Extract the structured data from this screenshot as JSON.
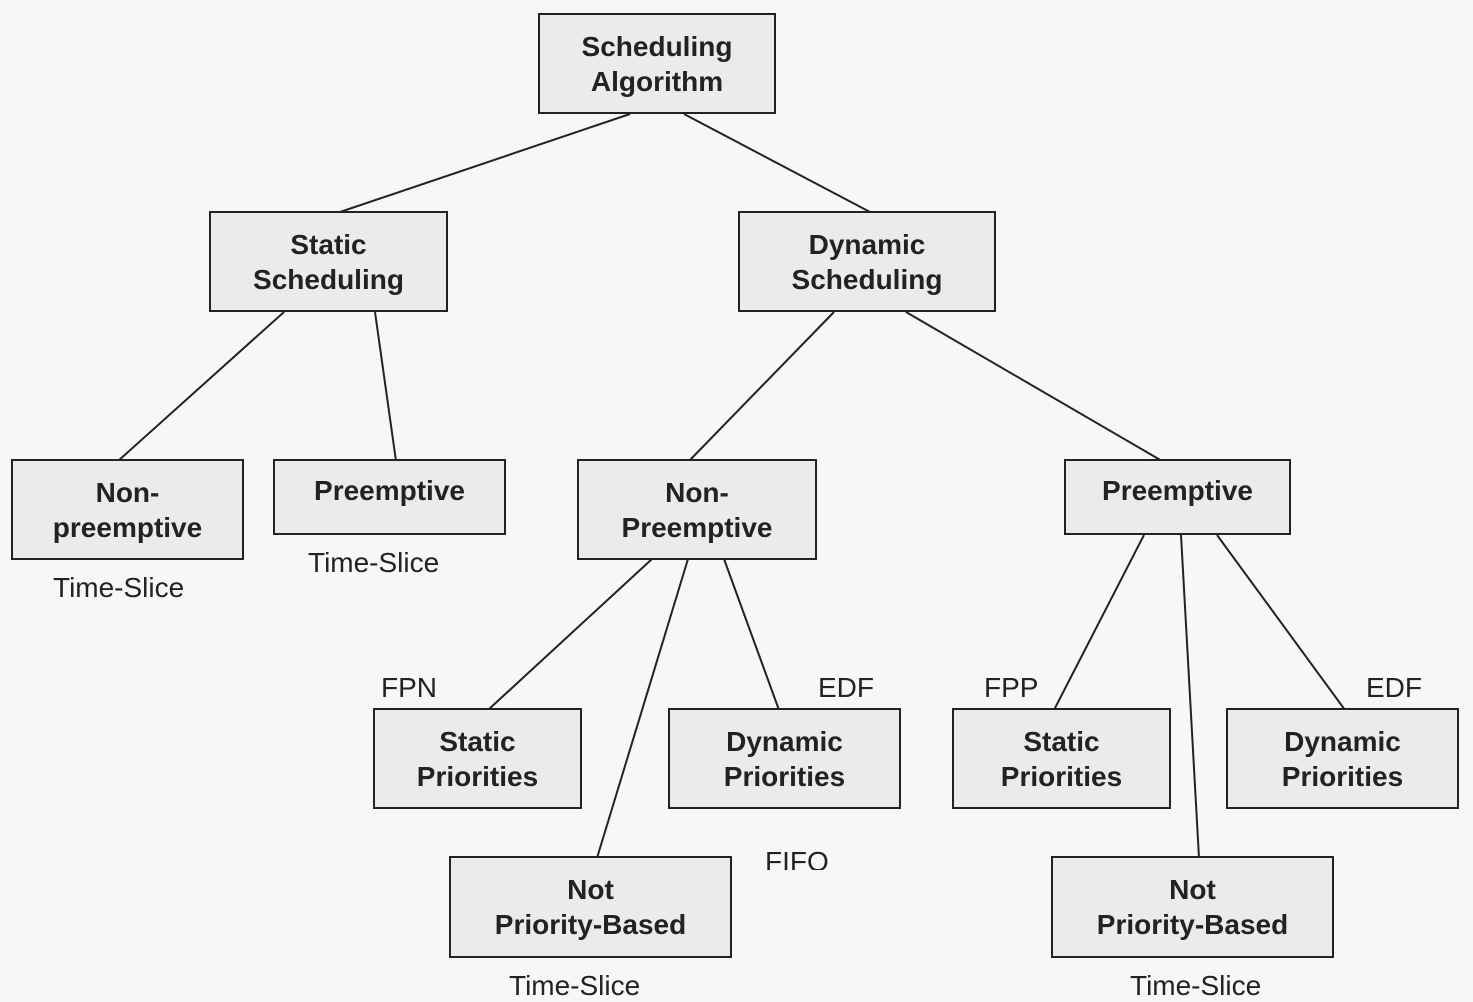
{
  "diagram": {
    "nodes": {
      "root": "Scheduling\nAlgorithm",
      "static": "Static\nScheduling",
      "dynamic": "Dynamic\nScheduling",
      "static_nonpreemptive": "Non-\npreemptive",
      "static_preemptive": "Preemptive",
      "dynamic_nonpreemptive": "Non-\nPreemptive",
      "dynamic_preemptive": "Preemptive",
      "np_static_priorities": "Static\nPriorities",
      "np_dynamic_priorities": "Dynamic\nPriorities",
      "np_not_priority_based": "Not\nPriority-Based",
      "p_static_priorities": "Static\nPriorities",
      "p_dynamic_priorities": "Dynamic\nPriorities",
      "p_not_priority_based": "Not\nPriority-Based"
    },
    "labels": {
      "timeslice_static_nonpreemptive": "Time-Slice",
      "timeslice_static_preemptive": "Time-Slice",
      "fpn": "FPN",
      "edf_np": "EDF",
      "fifo": "FIFO",
      "timeslice_np_not_priority": "Time-Slice",
      "fpp": "FPP",
      "edf_p": "EDF",
      "timeslice_p_not_priority": "Time-Slice"
    },
    "colors": {
      "background": "#f7f7f7",
      "node_fill": "#ebebeb",
      "stroke": "#222222"
    }
  }
}
